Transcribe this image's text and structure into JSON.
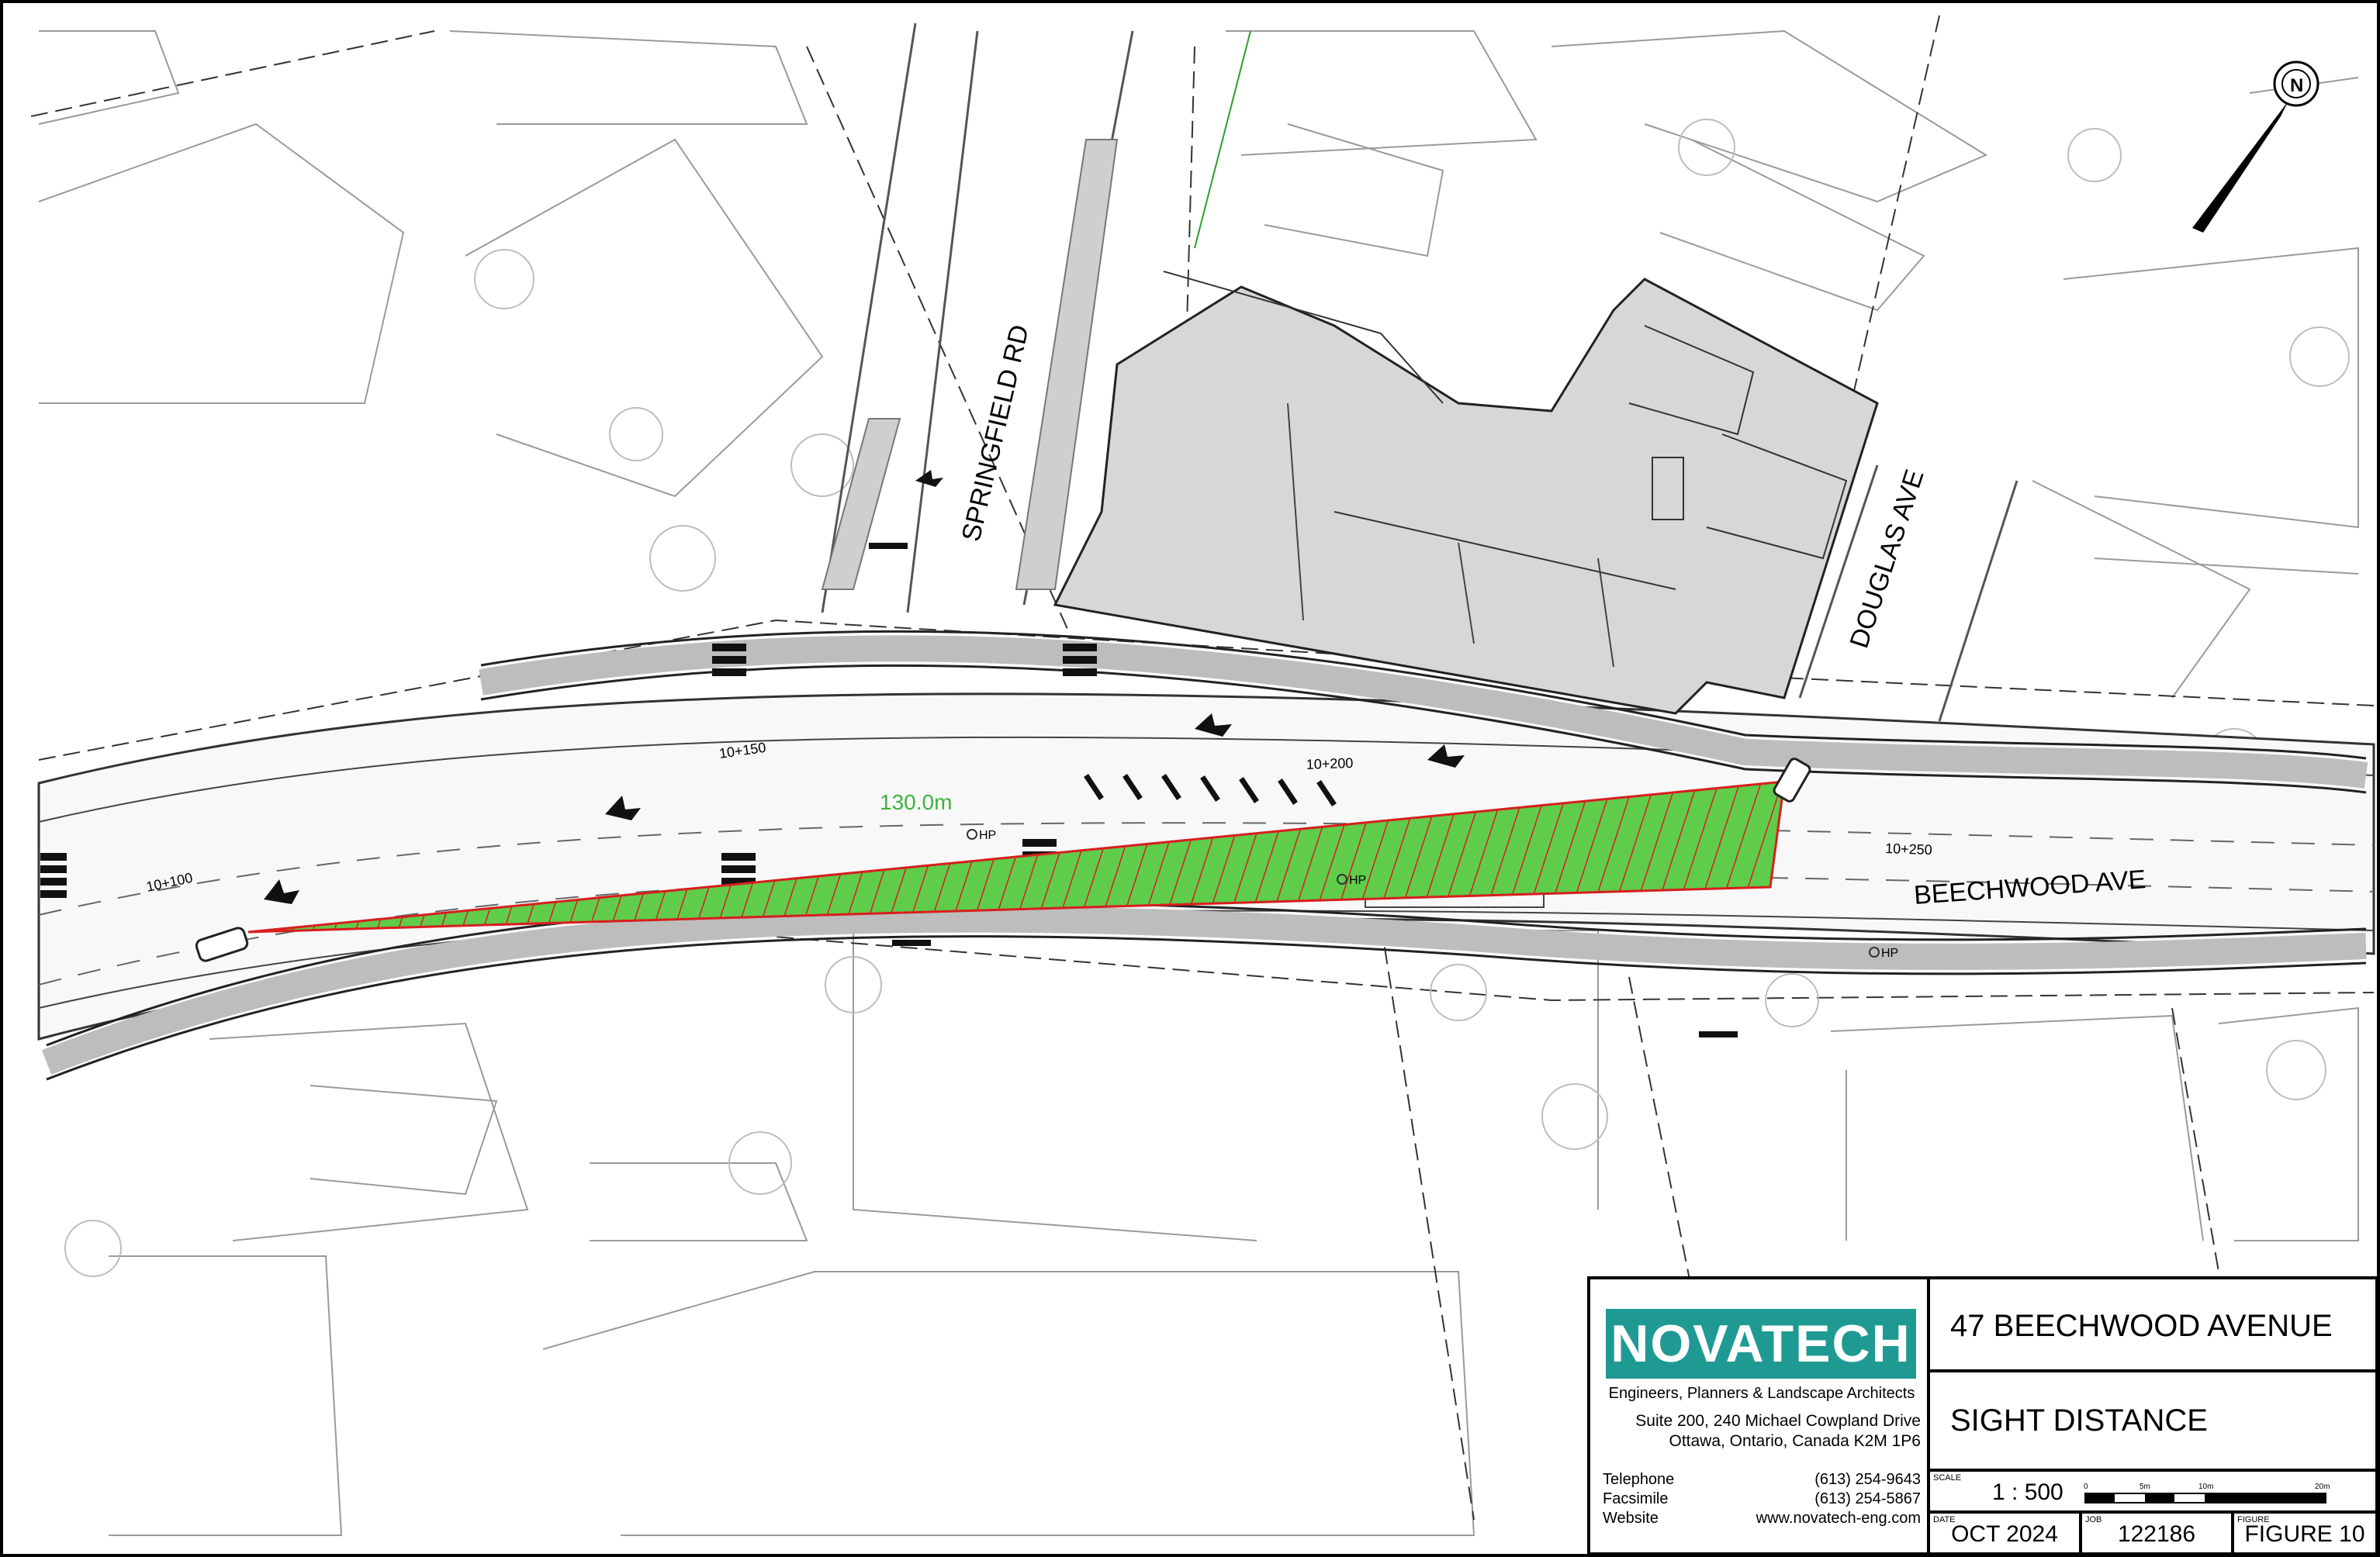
{
  "plan": {
    "streets": {
      "springfield": "SPRINGFIELD RD",
      "douglas": "DOUGLAS AVE",
      "beechwood": "BEECHWOOD AVE"
    },
    "chainages": [
      "10+100",
      "10+150",
      "10+200",
      "10+250"
    ],
    "sight_distance_label": "130.0m",
    "hp_label": "HP",
    "north_label": "N",
    "colors": {
      "sight_triangle_fill": "#5fcc4a",
      "sight_triangle_line": "#d81e1e",
      "building": "#d7d7d7",
      "logo": "#1f9a93"
    }
  },
  "title_block": {
    "company": "NOVATECH",
    "tagline": "Engineers, Planners & Landscape Architects",
    "address_1": "Suite 200, 240 Michael Cowpland Drive",
    "address_2": "Ottawa, Ontario, Canada K2M 1P6",
    "contact": [
      {
        "label": "Telephone",
        "value": "(613) 254-9643"
      },
      {
        "label": "Facsimile",
        "value": "(613) 254-5867"
      },
      {
        "label": "Website",
        "value": "www.novatech-eng.com"
      }
    ],
    "project": "47 BEECHWOOD AVENUE",
    "drawing_title": "SIGHT DISTANCE",
    "scale_caption": "SCALE",
    "scale": "1 : 500",
    "scale_ticks": [
      "0",
      "5m",
      "10m",
      "20m"
    ],
    "date_caption": "DATE",
    "date": "OCT 2024",
    "job_caption": "JOB",
    "job": "122186",
    "figure_caption": "FIGURE",
    "figure": "FIGURE 10"
  }
}
